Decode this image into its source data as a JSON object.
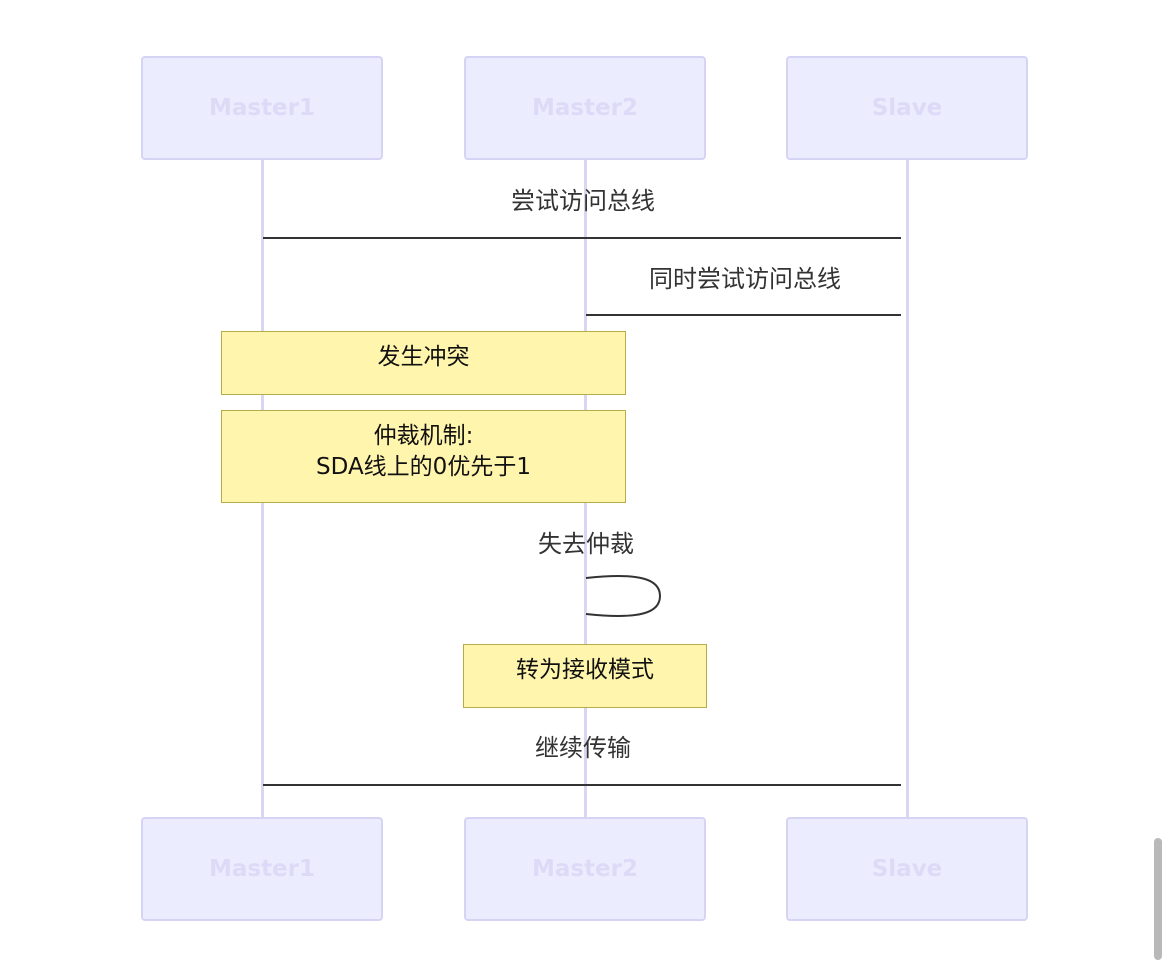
{
  "participants": {
    "master1": "Master1",
    "master2": "Master2",
    "slave": "Slave"
  },
  "messages": [
    {
      "from": "Master1",
      "to": "Slave",
      "label": "尝试访问总线"
    },
    {
      "from": "Master2",
      "to": "Slave",
      "label": "同时尝试访问总线"
    },
    {
      "from": "Master2",
      "to": "Master2",
      "label": "失去仲裁"
    },
    {
      "from": "Master1",
      "to": "Slave",
      "label": "继续传输"
    }
  ],
  "notes": {
    "conflict": "发生冲突",
    "arbitration_line1": "仲裁机制:",
    "arbitration_line2": "SDA线上的0优先于1",
    "receive_mode": "转为接收模式"
  },
  "colors": {
    "actor_fill": "#ececff",
    "actor_border": "#d6d4f4",
    "lifeline": "#d8d6f2",
    "note_fill": "#fff5ad",
    "note_border": "#b6ad48",
    "message_line": "#333333"
  }
}
